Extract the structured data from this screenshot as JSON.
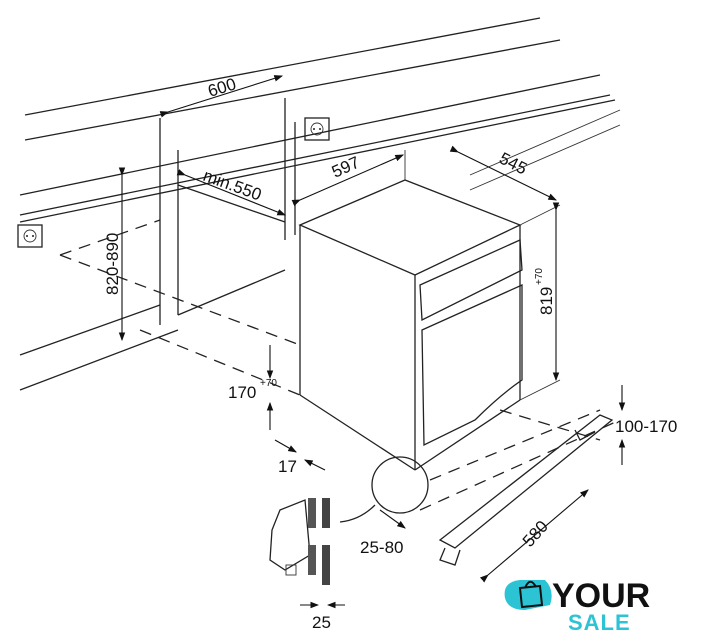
{
  "diagram": {
    "dimensions": {
      "niche_width": "600",
      "niche_depth_min": "min.550",
      "appliance_width": "597",
      "appliance_depth": "545",
      "appliance_height": "819",
      "appliance_height_tolerance": "+70",
      "niche_height": "820-890",
      "plinth_height": "170",
      "plinth_height_tolerance": "+70",
      "side_gap": "17",
      "plinth_adjust": "100-170",
      "plinth_length": "580",
      "door_offset": "25-80",
      "detail_gap": "25"
    }
  },
  "logo": {
    "line1": "YOUR",
    "line2": "SALE",
    "accent_color": "#2cc4d4"
  }
}
